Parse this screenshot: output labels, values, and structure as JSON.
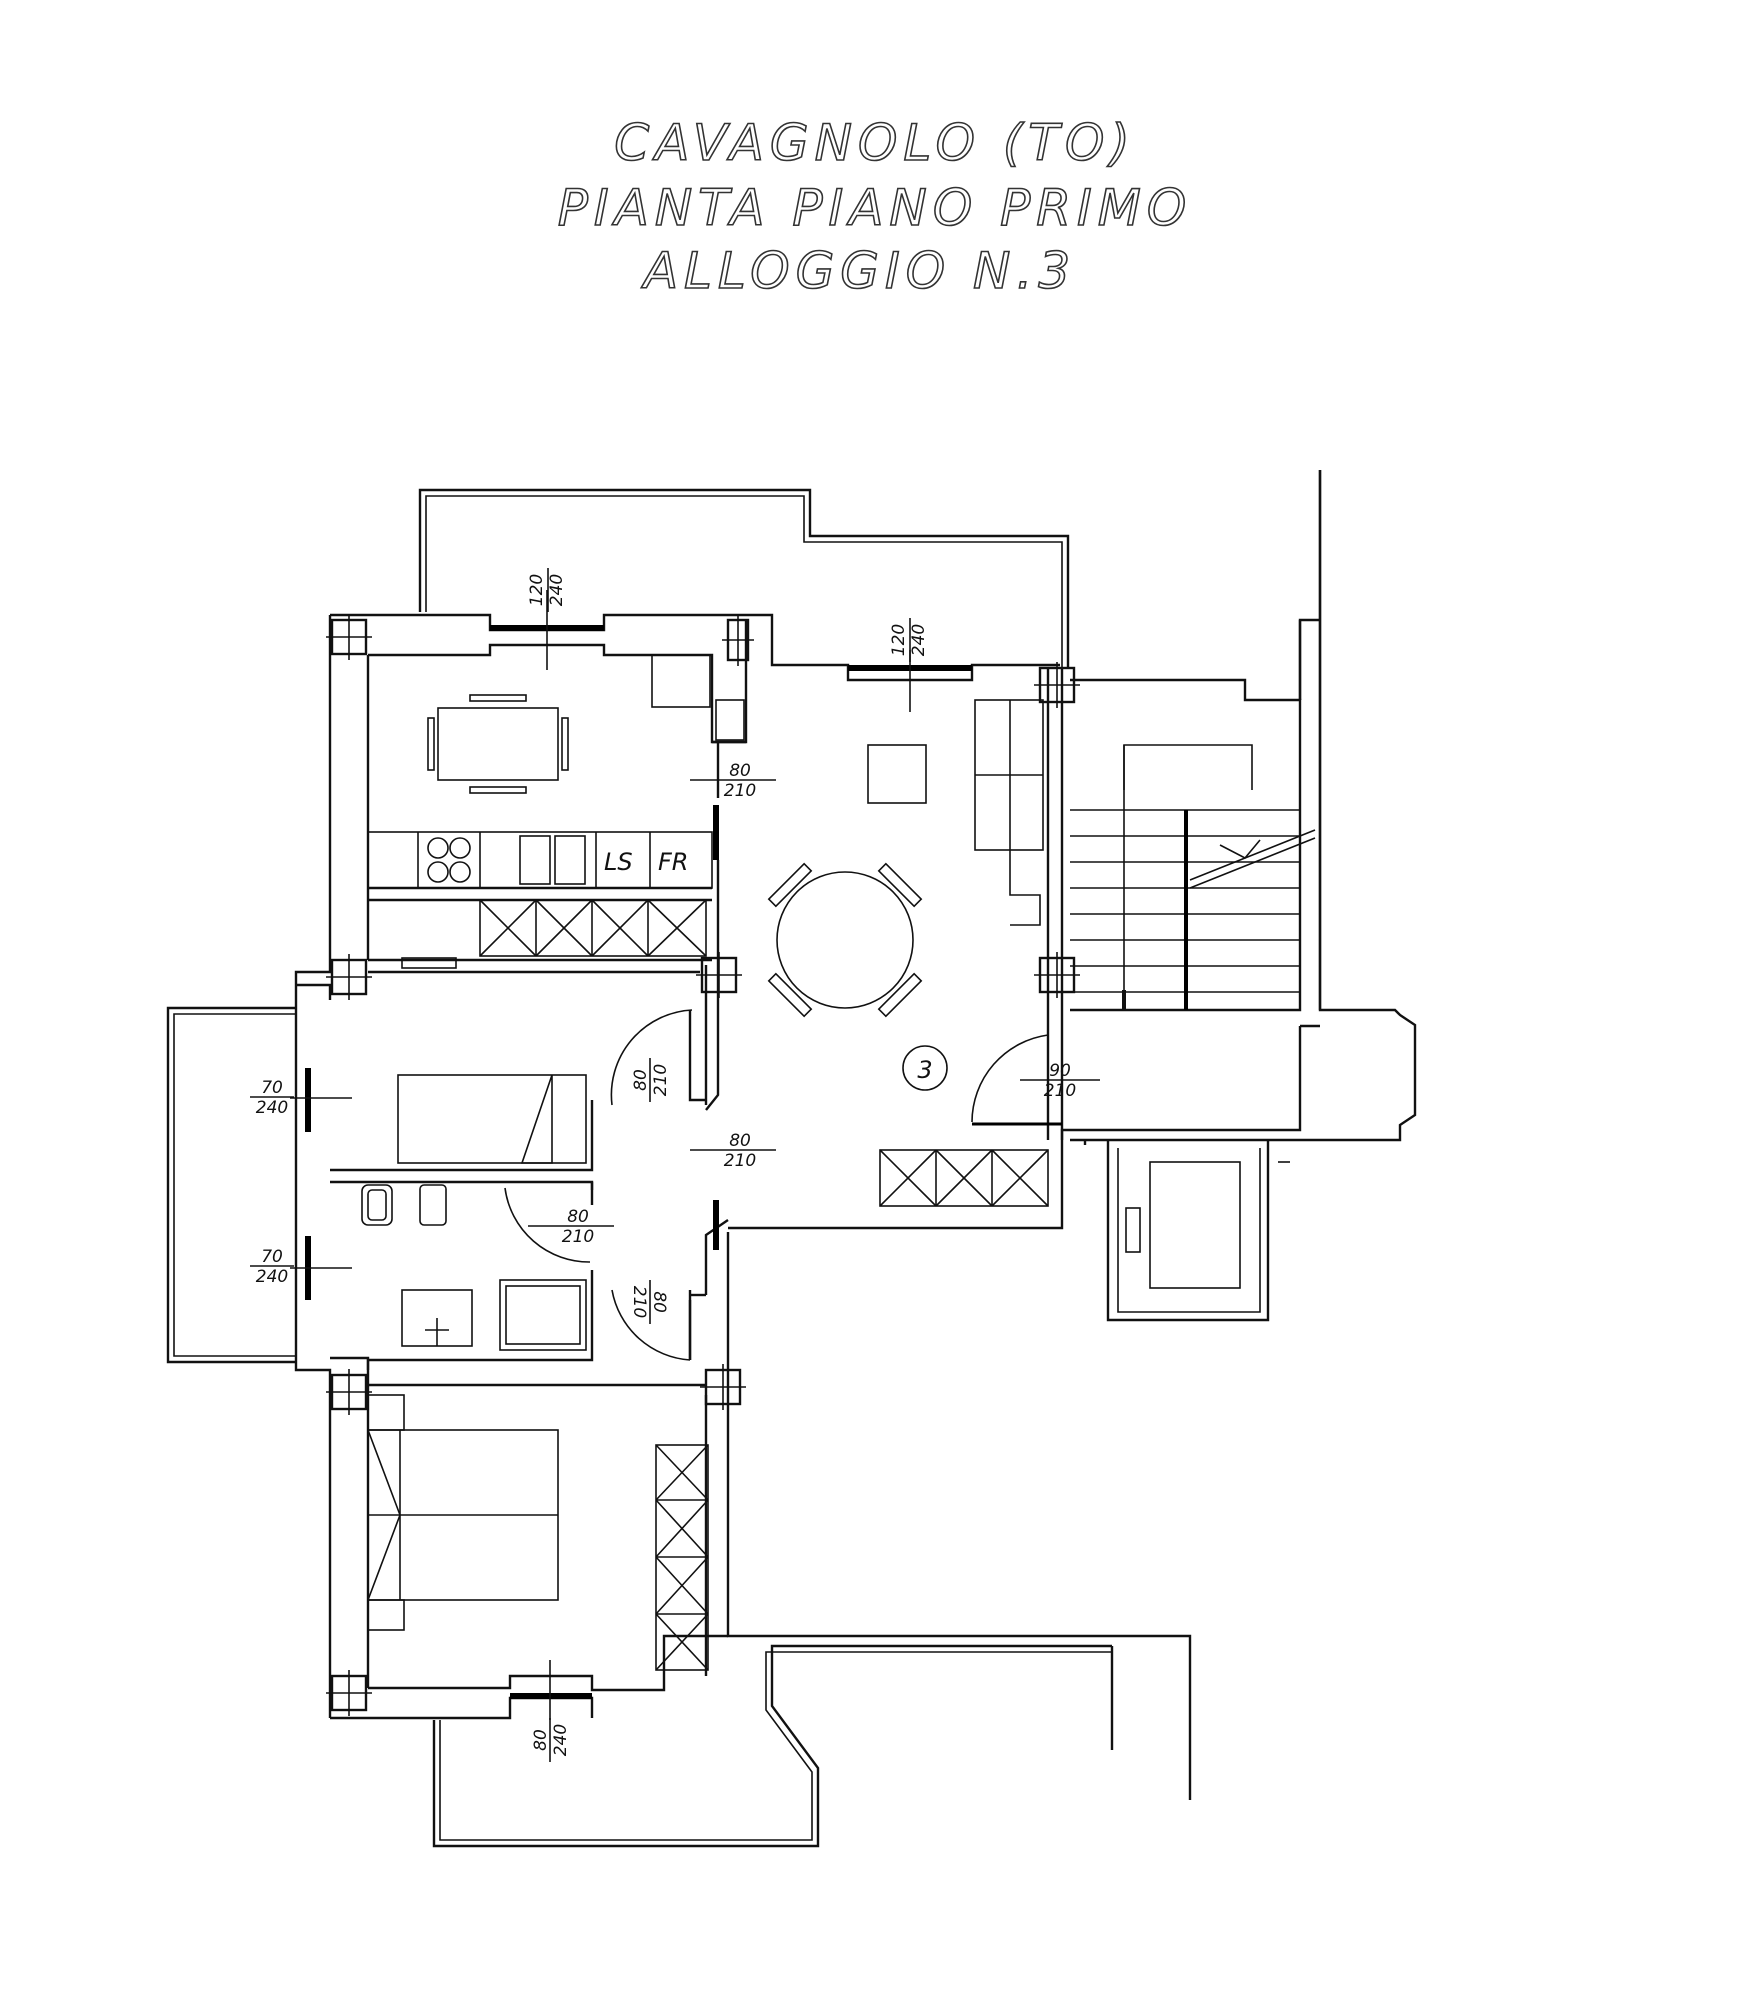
{
  "title": {
    "line1": "CAVAGNOLO (TO)",
    "line2": "PIANTA PIANO PRIMO",
    "line3": "ALLOGGIO N.3"
  },
  "unit_number": "3",
  "appliances": {
    "washing_machine": "LS",
    "fridge": "FR"
  },
  "openings": [
    {
      "id": "win-kitchen",
      "w": "120",
      "h": "240"
    },
    {
      "id": "win-living",
      "w": "120",
      "h": "240"
    },
    {
      "id": "door-kitchen",
      "w": "80",
      "h": "210"
    },
    {
      "id": "win-bedroom1",
      "w": "70",
      "h": "240"
    },
    {
      "id": "door-bedroom1",
      "w": "80",
      "h": "210"
    },
    {
      "id": "door-corridor",
      "w": "80",
      "h": "210"
    },
    {
      "id": "door-entrance",
      "w": "90",
      "h": "210"
    },
    {
      "id": "win-bath",
      "w": "70",
      "h": "240"
    },
    {
      "id": "door-bath",
      "w": "80",
      "h": "210"
    },
    {
      "id": "door-bedroom2",
      "w": "80",
      "h": "210"
    },
    {
      "id": "win-bedroom2",
      "w": "80",
      "h": "240"
    }
  ]
}
